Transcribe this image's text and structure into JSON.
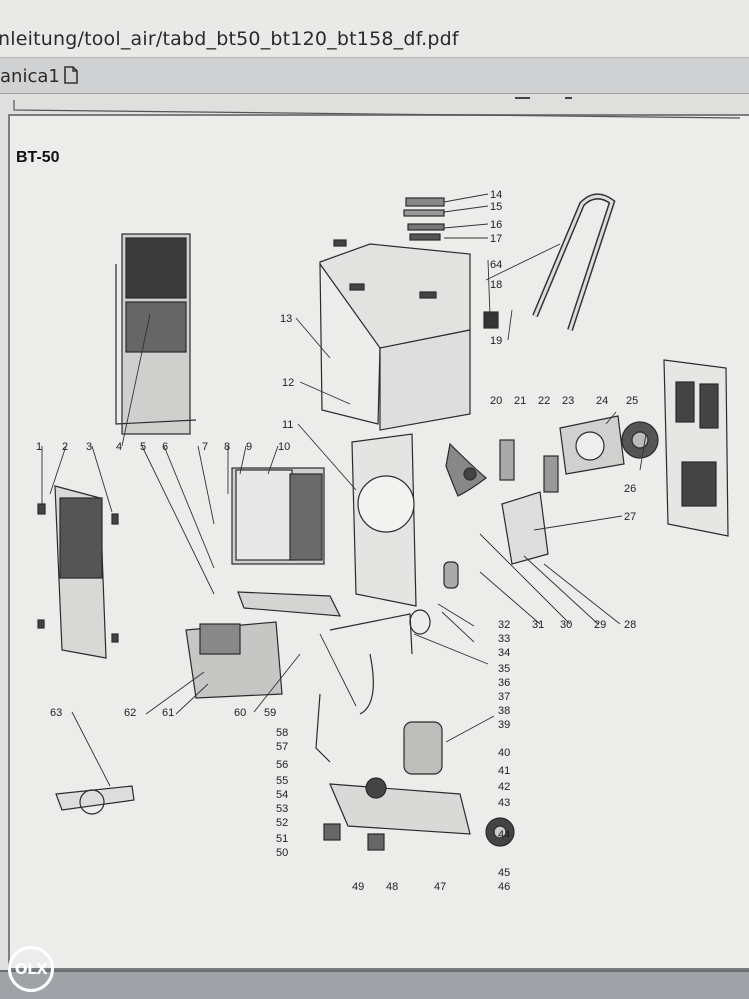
{
  "browser": {
    "address": "nleitung/tool_air/tabd_bt50_bt120_bt158_df.pdf",
    "tab_label": "anica1"
  },
  "diagram": {
    "title": "BT-50",
    "part_numbers": [
      "1",
      "2",
      "3",
      "4",
      "5",
      "6",
      "7",
      "8",
      "9",
      "10",
      "11",
      "12",
      "13",
      "14",
      "15",
      "16",
      "17",
      "18",
      "19",
      "20",
      "21",
      "22",
      "23",
      "24",
      "25",
      "26",
      "27",
      "28",
      "29",
      "30",
      "31",
      "32",
      "33",
      "34",
      "35",
      "36",
      "37",
      "38",
      "39",
      "40",
      "41",
      "42",
      "43",
      "44",
      "45",
      "46",
      "47",
      "48",
      "49",
      "50",
      "51",
      "52",
      "53",
      "54",
      "55",
      "56",
      "57",
      "58",
      "59",
      "60",
      "61",
      "62",
      "63",
      "64"
    ]
  },
  "watermark": "OLX"
}
